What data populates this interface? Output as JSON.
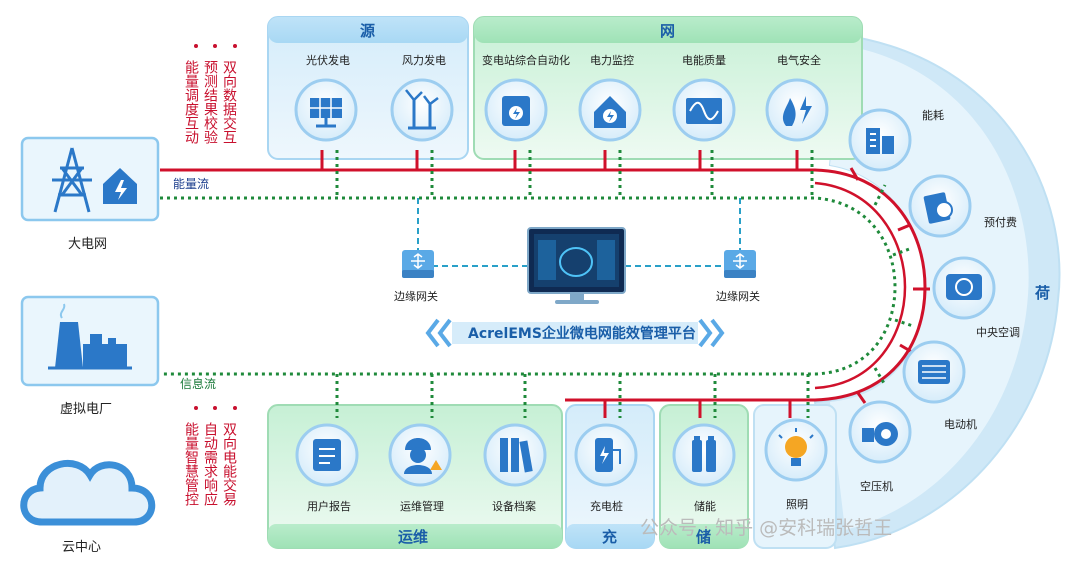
{
  "sections": {
    "source": "源",
    "grid": "网",
    "load": "荷",
    "ops": "运维",
    "charge": "充",
    "storage": "储"
  },
  "source_items": [
    "光伏发电",
    "风力发电"
  ],
  "grid_items": [
    "变电站综合自动化",
    "电力监控",
    "电能质量",
    "电气安全"
  ],
  "load_items": [
    "能耗",
    "预付费",
    "中央空调",
    "电动机",
    "空压机"
  ],
  "ops_items": [
    "用户报告",
    "运维管理",
    "设备档案"
  ],
  "charge_item": "充电桩",
  "storage_item": "储能",
  "lighting_item": "照明",
  "left_nodes": [
    "大电网",
    "虚拟电厂",
    "云中心"
  ],
  "flows": {
    "energy": "能量流",
    "info": "信息流"
  },
  "gateways": [
    "边缘网关",
    "边缘网关"
  ],
  "platform": "AcrelEMS企业微电网能效管理平台",
  "upper_columns": [
    "双向数据交互",
    "预测结果校验",
    "能量调度互动"
  ],
  "lower_columns": [
    "双向电能交易",
    "自动需求响应",
    "能量智慧管控"
  ],
  "watermark": "公众号 · 知乎 @安科瑞张哲王",
  "colors": {
    "energy_line": "#d0112b",
    "info_line": "#1f8a3b",
    "gateway_line": "#29a0c8",
    "accent": "#1a5ea8"
  }
}
